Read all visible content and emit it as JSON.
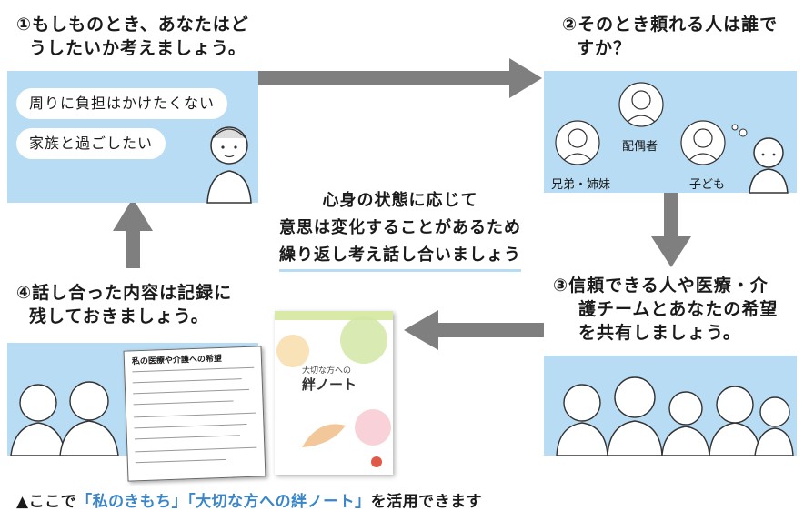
{
  "step1": {
    "title_line1": "①もしものとき、あなたはど",
    "title_line2": "うしたいか考えましょう。",
    "wishes": [
      "周りに負担はかけたくない",
      "家族と過ごしたい"
    ]
  },
  "step2": {
    "title_line1": "②そのとき頼れる人は誰で",
    "title_line2": "すか？",
    "people": [
      "配偶者",
      "兄弟・姉妹",
      "子ども"
    ]
  },
  "step3": {
    "title_line1": "③信頼できる人や医療・介",
    "title_line2": "護チームとあなたの希望",
    "title_line3": "を共有しましょう。"
  },
  "step4": {
    "title_line1": "④話し合った内容は記録に",
    "title_line2": "残しておきましょう。"
  },
  "center_message": [
    "心身の状態に応じて",
    "意思は変化することがあるため",
    "繰り返し考え話し合いましょう"
  ],
  "document": {
    "title": "私の医療や介護への希望"
  },
  "booklet": {
    "subtitle": "大切な方への",
    "title": "絆ノート"
  },
  "caption": {
    "prefix": "▲ここで",
    "item1": "「私のきもち」",
    "item2": "「大切な方への絆ノート」",
    "suffix": "を活用できます"
  },
  "colors": {
    "box_fill": "#b8dcf3",
    "arrow": "#7f7f7f",
    "highlight": "#3a86c9"
  }
}
